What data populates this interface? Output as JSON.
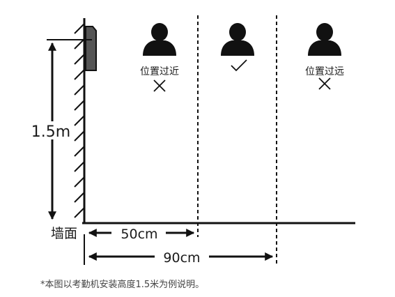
{
  "labels": {
    "height": "1.5m",
    "wall": "墙面",
    "too_close": "位置过近",
    "too_far": "位置过远",
    "dist_50": "50cm",
    "dist_90": "90cm"
  },
  "footnote": "*本图以考勤机安装高度1.5米为例说明。",
  "colors": {
    "line": "#111111",
    "device": "#555555"
  },
  "icons": {
    "person": "person-silhouette-icon",
    "cross": "cross-mark-icon",
    "check": "check-mark-icon"
  }
}
